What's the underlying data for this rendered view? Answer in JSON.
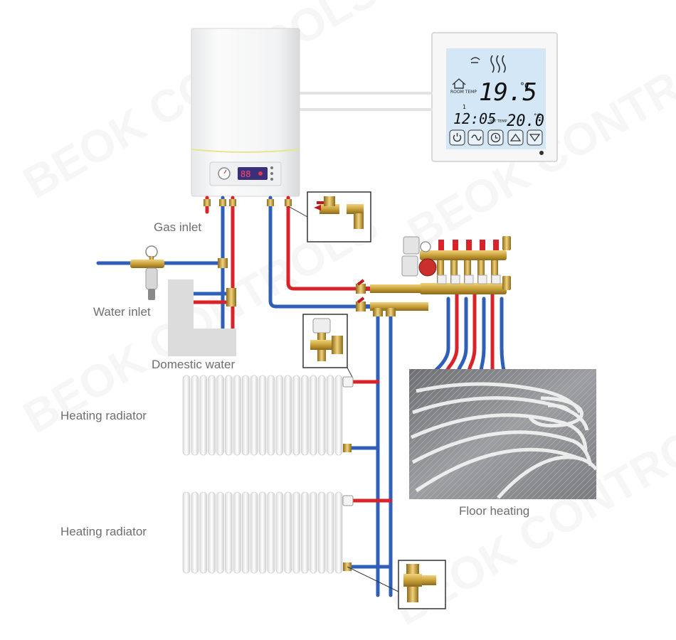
{
  "labels": {
    "gas_inlet": "Gas inlet",
    "water_inlet": "Water inlet",
    "domestic_water": "Domestic water",
    "heating_radiator_1": "Heating radiator",
    "heating_radiator_2": "Heating radiator",
    "floor_heating": "Floor heating"
  },
  "thermostat": {
    "room_temp": "19.5",
    "room_temp_unit": "°C",
    "room_temp_caption": "ROOM TEMP",
    "day": "1",
    "clock": "12:05",
    "set_temp_caption": "SET TEMP",
    "set_temp": "20.0",
    "set_temp_unit": "°C",
    "buttons": [
      "power-icon",
      "mode-icon",
      "clock-icon",
      "up-arrow-icon",
      "down-arrow-icon"
    ]
  },
  "boiler": {
    "display_value": "88"
  },
  "watermark": {
    "text": "BEOK CONTROLS"
  },
  "colors": {
    "hot_pipe": "#d8232a",
    "cold_pipe": "#2f5fb8",
    "brass": "#c9a13a",
    "lcd_bg": "#d4e7f6"
  }
}
